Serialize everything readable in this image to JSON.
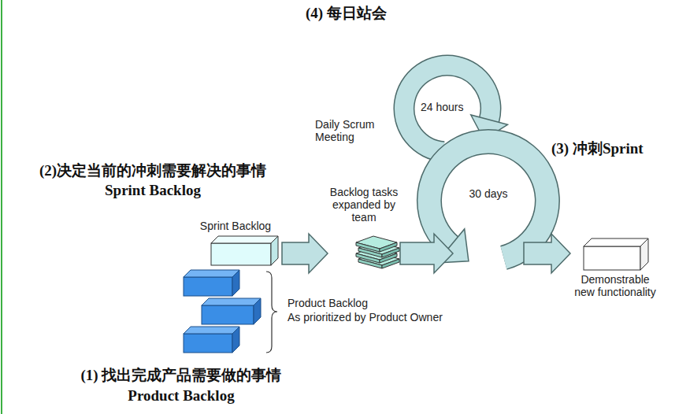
{
  "diagram": {
    "nodes": [
      {
        "text": [
          "Sprint Backlog"
        ]
      },
      {
        "text": [
          "Backlog tasks expanded by team"
        ]
      },
      {
        "text": [
          "30 days"
        ]
      },
      {
        "text": [
          "Demonstrable new functionality"
        ]
      }
    ],
    "edges": [
      {
        "from": 0,
        "to": 1,
        "arrow": "to"
      },
      {
        "from": 1,
        "to": 2,
        "arrow": "to"
      },
      {
        "from": 2,
        "to": 3,
        "arrow": "to"
      }
    ],
    "labels": [
      "(4) 每日站会",
      "24 hours",
      "Daily Scrum Meeting",
      "(3) 冲刺Sprint",
      "(2)决定当前的冲刺需要解决的事情",
      "Sprint Backlog",
      "Product Backlog",
      "As prioritized by Product Owner",
      "(1) 找出完成产品需要做的事情",
      "Product Backlog"
    ]
  }
}
